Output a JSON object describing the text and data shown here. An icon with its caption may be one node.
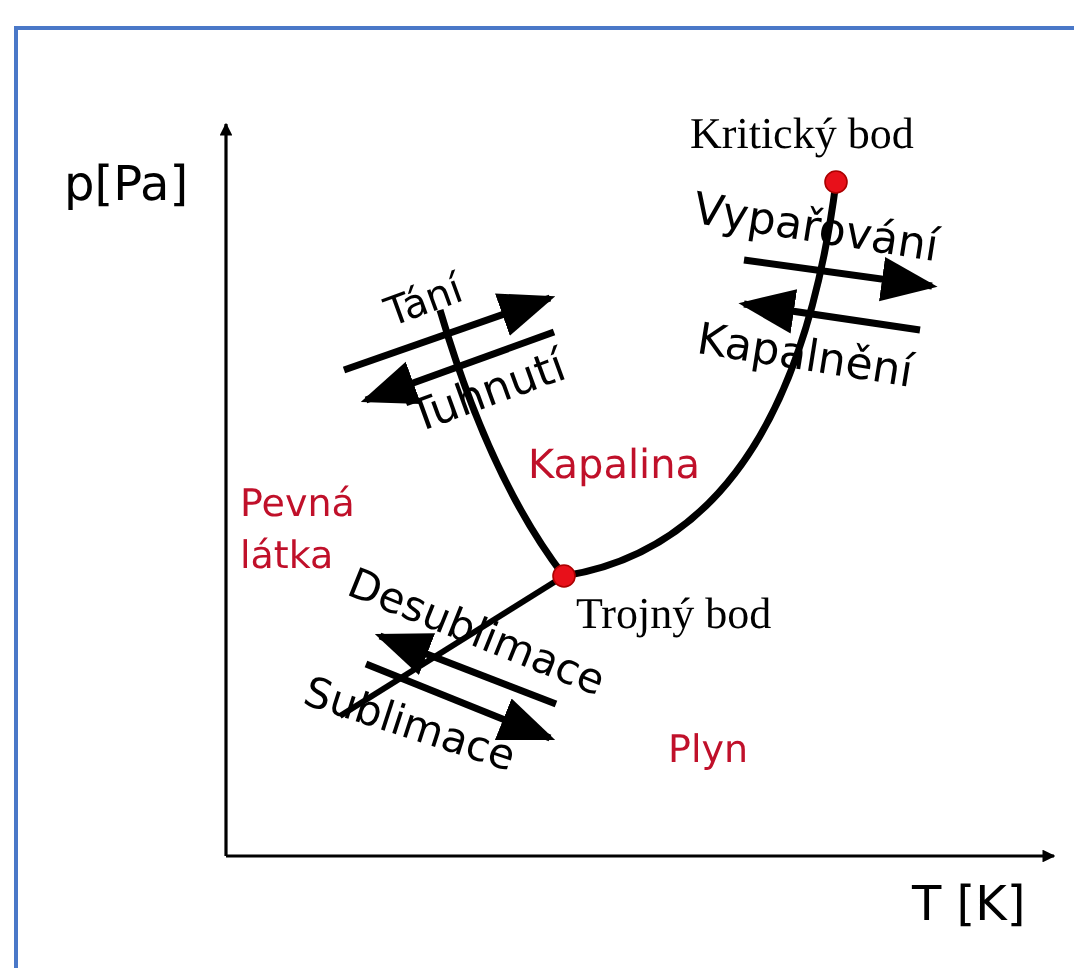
{
  "diagram": {
    "labels": [
      "p[Pa]",
      "Kritický bod",
      "Vypařování",
      "Tání",
      "Kapalnění",
      "Tuhnutí",
      "Kapalina",
      "Pevná látka",
      "Trojný bod",
      "Desublimace",
      "Sublimace",
      "Plyn",
      "T [K]"
    ]
  }
}
